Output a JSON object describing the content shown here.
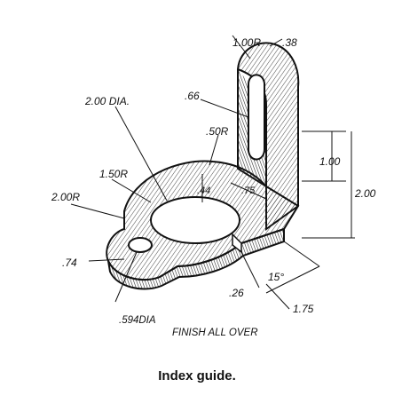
{
  "drawing": {
    "dimensions": {
      "radius_top": "1.00R",
      "thickness_top": ".38",
      "slot_width": ".66",
      "boss_radius": ".50R",
      "hole_diameter": "2.00 DIA.",
      "outer_radius": "1.50R",
      "lobe_radius": "2.00R",
      "wall_44": ".44",
      "offset_75": ".75",
      "height_100": "1.00",
      "height_200": "2.00",
      "lug_74": ".74",
      "gap_26": ".26",
      "angle_15": "15°",
      "width_175": "1.75",
      "small_hole": ".594DIA",
      "finish_note": "FINISH ALL OVER"
    }
  },
  "caption": "Index guide."
}
